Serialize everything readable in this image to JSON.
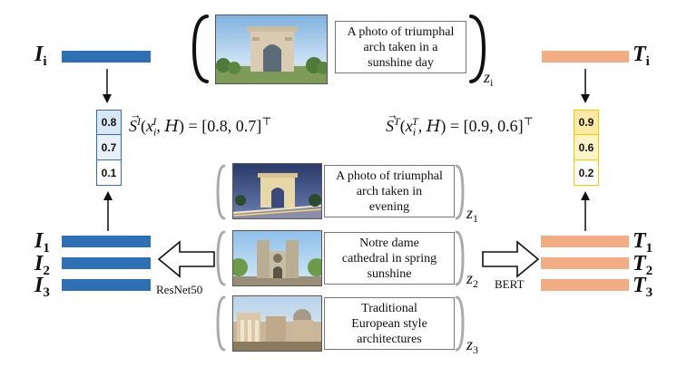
{
  "image_bar": {
    "color": "#2f70b4",
    "top_label": "I",
    "top_sub": "i",
    "stack_labels": [
      {
        "sym": "I",
        "sub": "1"
      },
      {
        "sym": "I",
        "sub": "2"
      },
      {
        "sym": "I",
        "sub": "3"
      }
    ]
  },
  "text_bar": {
    "color": "#f2ad85",
    "top_label": "T",
    "top_sub": "i",
    "stack_labels": [
      {
        "sym": "T",
        "sub": "1"
      },
      {
        "sym": "T",
        "sub": "2"
      },
      {
        "sym": "T",
        "sub": "3"
      }
    ]
  },
  "query": {
    "caption": "A photo of triumphal\narch taken in a\nsunshine day",
    "z_label": "z",
    "z_sub": "i"
  },
  "candidates": [
    {
      "caption": "A photo of triumphal\narch taken in\nevening",
      "z_label": "z",
      "z_sub": "1"
    },
    {
      "caption": "Notre dame\ncathedral in spring\nsunshine",
      "z_label": "z",
      "z_sub": "2"
    },
    {
      "caption": "Traditional\nEuropean style\narchitectures",
      "z_label": "z",
      "z_sub": "3"
    }
  ],
  "image_scores": {
    "values": [
      "0.8",
      "0.7",
      "0.1"
    ],
    "border": "#2f70b4",
    "fills": [
      "#d9e6f6",
      "#e8eff9",
      "#ffffff"
    ]
  },
  "text_scores": {
    "values": [
      "0.9",
      "0.6",
      "0.2"
    ],
    "border": "#f5c900",
    "fills": [
      "#fbe9a6",
      "#fdf3c9",
      "#ffffff"
    ]
  },
  "formulas": {
    "image": {
      "sup": "I",
      "arg": "x",
      "arg_sub": "i",
      "arg_sup": "I",
      "set": "H",
      "value": "[0.8, 0.7]"
    },
    "text": {
      "sup": "T",
      "arg": "x",
      "arg_sub": "i",
      "arg_sup": "T",
      "set": "H",
      "value": "[0.9, 0.6]"
    }
  },
  "encoders": {
    "image": "ResNet50",
    "text": "BERT"
  }
}
